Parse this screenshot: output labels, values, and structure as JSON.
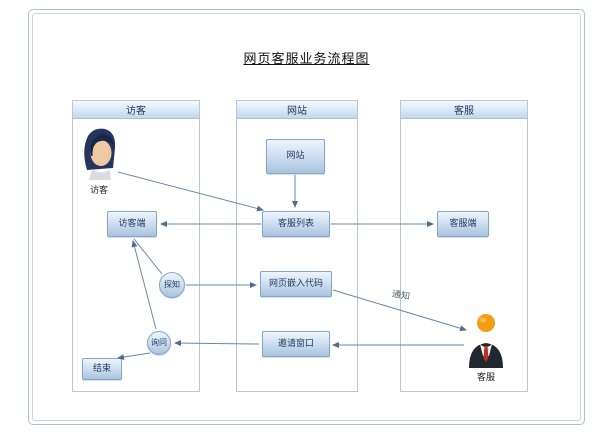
{
  "title": "网页客服业务流程图",
  "lanes": [
    {
      "label": "访客"
    },
    {
      "label": "网站"
    },
    {
      "label": "客服"
    }
  ],
  "nodes": {
    "visitor_actor_label": "访客",
    "agent_actor_label": "客服",
    "website": "网站",
    "cs_list": "客服列表",
    "embed_code": "网页嵌入代码",
    "invite_window": "邀请窗口",
    "visitor_client": "访客端",
    "agent_client": "客服端",
    "detect": "探知",
    "ask": "询问",
    "end": "结束"
  },
  "edges": {
    "notify_label": "通知"
  },
  "colors": {
    "node_border": "#87a5c6",
    "node_fill_top": "#eef5fb",
    "node_fill_bottom": "#a9c3de",
    "connector": "#5a7a9a",
    "lane_border": "#b9c6d6",
    "frame": "#a9c1d9",
    "agent_head": "#f49c12",
    "agent_suit": "#23272f",
    "visitor_hair": "#182647"
  }
}
